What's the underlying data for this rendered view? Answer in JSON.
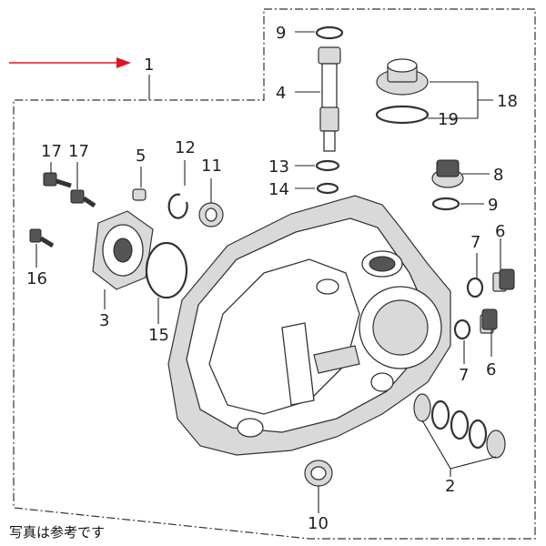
{
  "caption": "写真は参考です",
  "labels": {
    "p1": "1",
    "p2": "2",
    "p3": "3",
    "p4": "4",
    "p5": "5",
    "p6a": "6",
    "p6b": "6",
    "p7a": "7",
    "p7b": "7",
    "p8": "8",
    "p9a": "9",
    "p9b": "9",
    "p10": "10",
    "p11": "11",
    "p12": "12",
    "p13": "13",
    "p14": "14",
    "p15": "15",
    "p16": "16",
    "p17a": "17",
    "p17b": "17",
    "p18": "18",
    "p19": "19"
  },
  "colors": {
    "arrow": "#e0141e",
    "line": "#222222"
  }
}
